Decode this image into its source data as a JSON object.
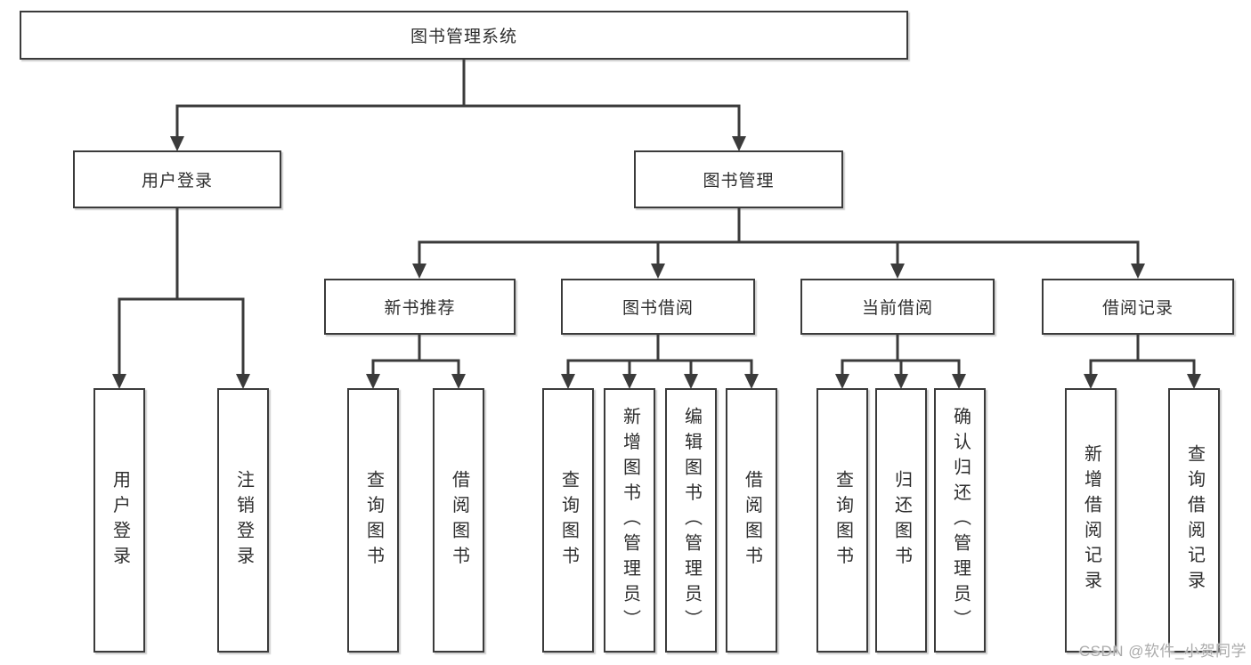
{
  "watermark": "CSDN @软件_小贺同学",
  "colors": {
    "line": "#3b3b3b",
    "text": "#2e2e2e",
    "background": "#ffffff",
    "watermark": "#ababab"
  },
  "diagram_type": "hierarchy-tree",
  "tree": {
    "label": "图书管理系统",
    "children": [
      {
        "label": "用户登录",
        "children": [
          {
            "label": "用户登录"
          },
          {
            "label": "注销登录"
          }
        ]
      },
      {
        "label": "图书管理",
        "children": [
          {
            "label": "新书推荐",
            "children": [
              {
                "label": "查询图书"
              },
              {
                "label": "借阅图书"
              }
            ]
          },
          {
            "label": "图书借阅",
            "children": [
              {
                "label": "查询图书"
              },
              {
                "label": "新增图书（管理员）"
              },
              {
                "label": "编辑图书（管理员）"
              },
              {
                "label": "借阅图书"
              }
            ]
          },
          {
            "label": "当前借阅",
            "children": [
              {
                "label": "查询图书"
              },
              {
                "label": "归还图书"
              },
              {
                "label": "确认归还（管理员）"
              }
            ]
          },
          {
            "label": "借阅记录",
            "children": [
              {
                "label": "新增借阅记录"
              },
              {
                "label": "查询借阅记录"
              }
            ]
          }
        ]
      }
    ]
  }
}
